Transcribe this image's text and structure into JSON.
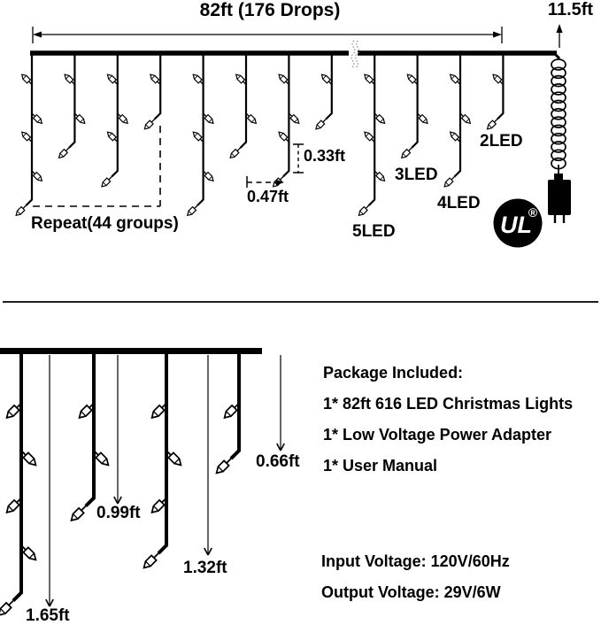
{
  "colors": {
    "line": "#000000",
    "background": "#ffffff",
    "break_mark": "#9a9a9a",
    "badge_fill": "#000000",
    "badge_text": "#ffffff"
  },
  "top_diagram": {
    "title": "82ft (176 Drops)",
    "lead_length_label": "11.5ft",
    "repeat_label": "Repeat(44 groups)",
    "led_spacing_label": "0.33ft",
    "drop_spacing_label": "0.47ft",
    "drop_type_labels": [
      {
        "text": "5LED"
      },
      {
        "text": "3LED"
      },
      {
        "text": "4LED"
      },
      {
        "text": "2LED"
      }
    ],
    "certification": {
      "mark": "UL",
      "registered": "®"
    },
    "drop_count": 12,
    "led_pattern": [
      5,
      3,
      4,
      2
    ]
  },
  "bottom_diagram": {
    "drops": [
      {
        "leds": 5,
        "length_label": "1.65ft"
      },
      {
        "leds": 3,
        "length_label": "0.99ft"
      },
      {
        "leds": 4,
        "length_label": "1.32ft"
      },
      {
        "leds": 2,
        "length_label": "0.66ft"
      }
    ]
  },
  "package": {
    "title": "Package Included:",
    "items": [
      "1* 82ft 616 LED Christmas Lights",
      "1* Low Voltage Power Adapter",
      "1* User Manual"
    ]
  },
  "specs": {
    "input_voltage": "Input Voltage: 120V/60Hz",
    "output_voltage": "Output Voltage: 29V/6W"
  }
}
